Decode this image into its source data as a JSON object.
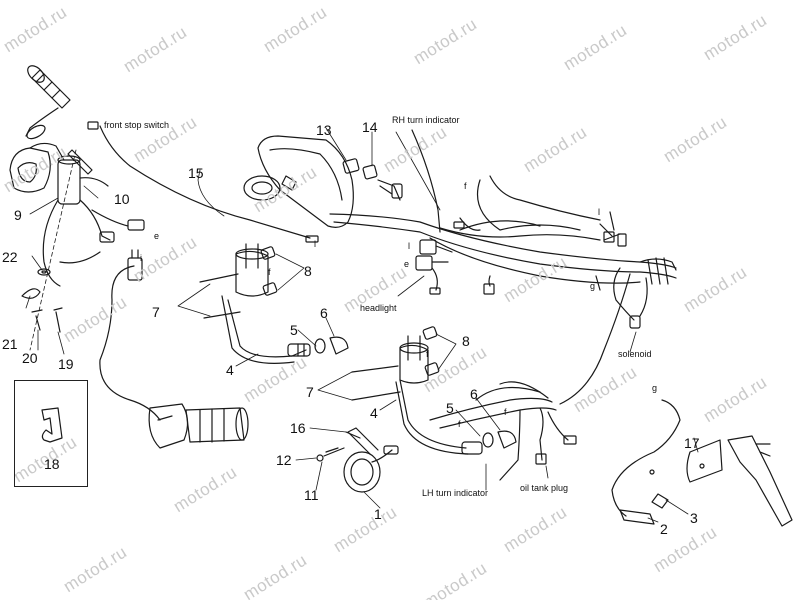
{
  "watermark": "motod.ru",
  "callouts": {
    "c1": "1",
    "c2": "2",
    "c3": "3",
    "c4a": "4",
    "c4b": "4",
    "c5a": "5",
    "c5b": "5",
    "c6a": "6",
    "c6b": "6",
    "c7a": "7",
    "c7b": "7",
    "c8a": "8",
    "c8b": "8",
    "c9": "9",
    "c10": "10",
    "c11": "11",
    "c12": "12",
    "c13": "13",
    "c14": "14",
    "c15": "15",
    "c16": "16",
    "c17": "17",
    "c18": "18",
    "c19": "19",
    "c20": "20",
    "c21": "21",
    "c22": "22"
  },
  "part_labels": {
    "front_stop_switch": "front stop switch",
    "rh_turn_indicator": "RH turn indicator",
    "headlight": "headlight",
    "solenoid": "solenoid",
    "lh_turn_indicator": "LH turn indicator",
    "oil_tank_plug": "oil tank plug"
  },
  "connector_letters": {
    "l1": "l",
    "l2": "l",
    "l3": "l",
    "e1": "e",
    "e2": "e",
    "f1": "f",
    "f2": "f",
    "f3": "f",
    "f4": "f",
    "f5": "f",
    "g1": "g",
    "g2": "g",
    "i1": "i"
  }
}
